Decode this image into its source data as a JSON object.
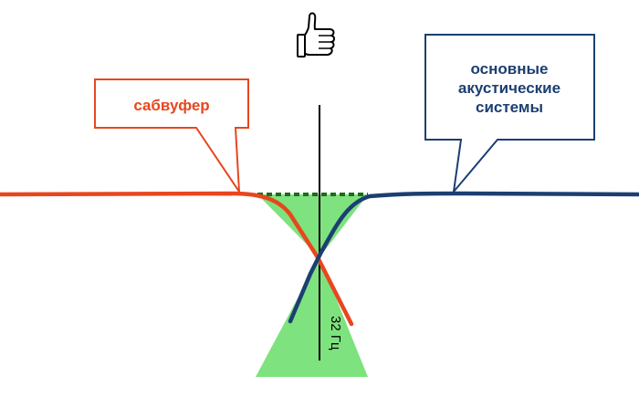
{
  "labels": {
    "subwoofer": "сабвуфер",
    "main_speakers": [
      "основные",
      "акустические",
      "системы"
    ],
    "crossover_frequency": "32 Гц"
  },
  "icons": {
    "approval": "thumbs-up-icon"
  },
  "colors": {
    "subwoofer": "#e8461e",
    "main_speakers": "#1c3f72",
    "overlap_fill": "#7ee27e",
    "flat_target": "#1e6b1e",
    "marker": "#000000"
  }
}
